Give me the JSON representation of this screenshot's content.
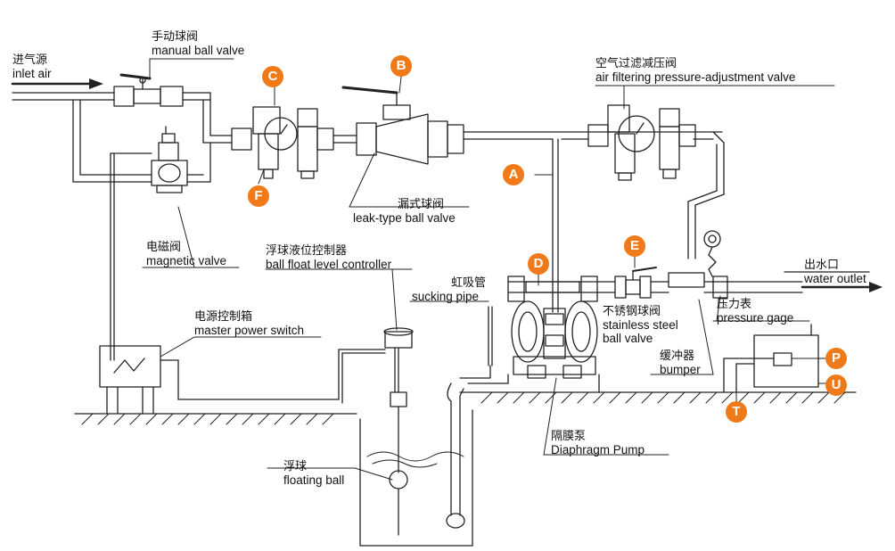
{
  "colors": {
    "badge": "#f07a1a",
    "line": "#222222",
    "pipe": "#444444"
  },
  "labels": {
    "inlet": {
      "zh": "进气源",
      "en": "inlet air"
    },
    "manual_valve": {
      "zh": "手动球阀",
      "en": "manual ball valve"
    },
    "air_filter": {
      "zh": "空气过滤减压阀",
      "en": "air filtering pressure-adjustment valve"
    },
    "leak_valve": {
      "zh": "漏式球阀",
      "en": "leak-type ball valve"
    },
    "magnetic_valve": {
      "zh": "电磁阀",
      "en": "magnetic valve"
    },
    "float_controller": {
      "zh": "浮球液位控制器",
      "en": "ball float level controller"
    },
    "sucking_pipe": {
      "zh": "虹吸管",
      "en": "sucking pipe"
    },
    "master_switch": {
      "zh": "电源控制箱",
      "en": "master power switch"
    },
    "water_outlet": {
      "zh": "出水口",
      "en": "water outlet"
    },
    "stainless_valve": {
      "zh": "不锈钢球阀",
      "en1": "stainless steel",
      "en2": "ball valve"
    },
    "pressure_gage": {
      "zh": "压力表",
      "en": "pressure gage"
    },
    "bumper": {
      "zh": "缓冲器",
      "en": "bumper"
    },
    "pump": {
      "zh": "隔膜泵",
      "en": "Diaphragm Pump"
    },
    "floating_ball": {
      "zh": "浮球",
      "en": "floating ball"
    }
  },
  "badges": {
    "a": "A",
    "b": "B",
    "c": "C",
    "d": "D",
    "e": "E",
    "f": "F",
    "p": "P",
    "t": "T",
    "u": "U"
  }
}
